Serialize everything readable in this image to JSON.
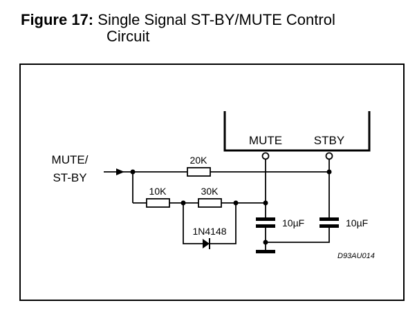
{
  "figure": {
    "number": "Figure 17:",
    "title_line1": "Single Signal ST-BY/MUTE Control",
    "title_line2": "Circuit"
  },
  "diagram": {
    "input_label_line1": "MUTE/",
    "input_label_line2": "ST-BY",
    "pin_mute": "MUTE",
    "pin_stby": "STBY",
    "resistor_r1": "20K",
    "resistor_r2": "10K",
    "resistor_r3": "30K",
    "diode": "1N4148",
    "capacitor_c1": "10µF",
    "capacitor_c2": "10µF",
    "drawing_code": "D93AU014"
  }
}
